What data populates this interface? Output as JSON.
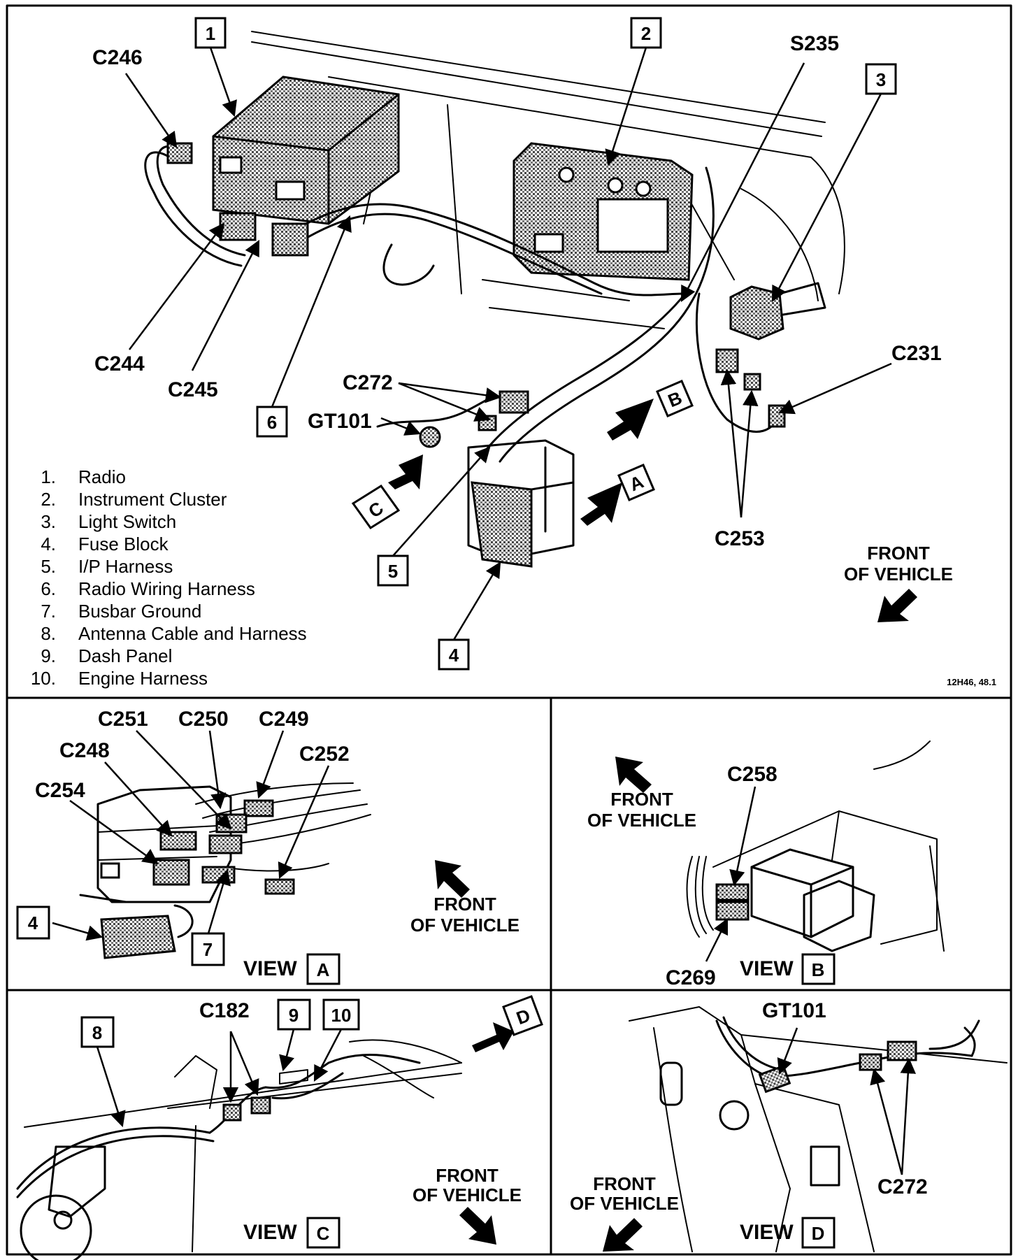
{
  "legend": [
    {
      "num": "1.",
      "text": "Radio"
    },
    {
      "num": "2.",
      "text": "Instrument Cluster"
    },
    {
      "num": "3.",
      "text": "Light Switch"
    },
    {
      "num": "4.",
      "text": "Fuse Block"
    },
    {
      "num": "5.",
      "text": "I/P Harness"
    },
    {
      "num": "6.",
      "text": "Radio Wiring Harness"
    },
    {
      "num": "7.",
      "text": "Busbar Ground"
    },
    {
      "num": "8.",
      "text": "Antenna Cable and Harness"
    },
    {
      "num": "9.",
      "text": "Dash Panel"
    },
    {
      "num": "10.",
      "text": "Engine Harness"
    }
  ],
  "main": {
    "callouts": [
      "1",
      "2",
      "3",
      "4",
      "5",
      "6"
    ],
    "connectors": {
      "c246": "C246",
      "s235": "S235",
      "c244": "C244",
      "c245": "C245",
      "c272": "C272",
      "gt101": "GT101",
      "c231": "C231",
      "c253": "C253"
    },
    "view_letters": {
      "a": "A",
      "b": "B",
      "c": "C"
    },
    "front_line1": "FRONT",
    "front_line2": "OF VEHICLE",
    "figure_code": "12H46, 48.1"
  },
  "view_a": {
    "connectors": {
      "c251": "C251",
      "c250": "C250",
      "c249": "C249",
      "c248": "C248",
      "c252": "C252",
      "c254": "C254"
    },
    "callouts": [
      "4",
      "7"
    ],
    "view_word": "VIEW",
    "view_letter": "A",
    "front_line1": "FRONT",
    "front_line2": "OF VEHICLE"
  },
  "view_b": {
    "connectors": {
      "c258": "C258",
      "c269": "C269"
    },
    "view_word": "VIEW",
    "view_letter": "B",
    "front_line1": "FRONT",
    "front_line2": "OF VEHICLE"
  },
  "view_c": {
    "connectors": {
      "c182": "C182"
    },
    "callouts": [
      "8",
      "9",
      "10"
    ],
    "view_letter_d": "D",
    "view_word": "VIEW",
    "view_letter": "C",
    "front_line1": "FRONT",
    "front_line2": "OF VEHICLE"
  },
  "view_d": {
    "connectors": {
      "gt101": "GT101",
      "c272": "C272"
    },
    "view_word": "VIEW",
    "view_letter": "D",
    "front_line1": "FRONT",
    "front_line2": "OF VEHICLE"
  }
}
